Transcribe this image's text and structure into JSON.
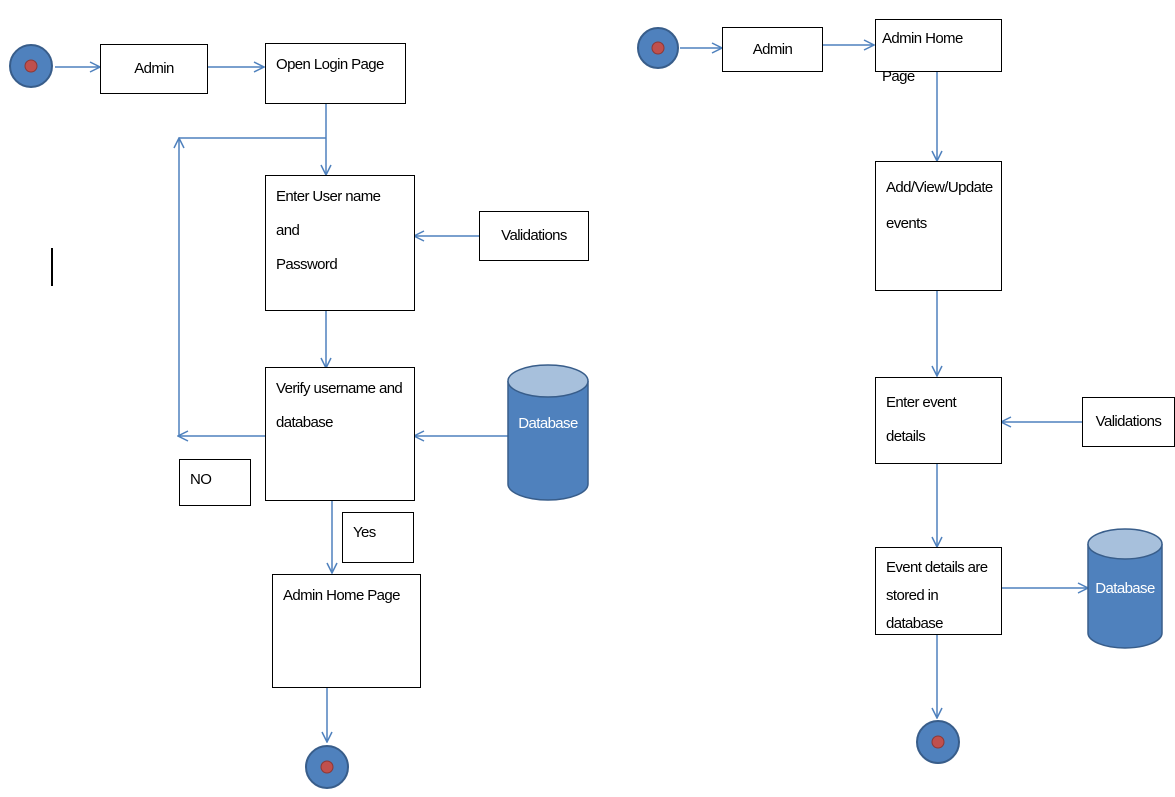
{
  "colors": {
    "connector": "#4f81bd",
    "node_fill": "#4f81bd",
    "node_dark": "#385d8a",
    "node_core": "#c0504d",
    "db_top": "#a7c0dc"
  },
  "left_flow": {
    "admin": "Admin",
    "open_login": "Open Login Page",
    "enter_credentials_line1": "Enter User name and",
    "enter_credentials_line2": "Password",
    "validations": "Validations",
    "verify_line1": "Verify username and",
    "verify_line2": "database",
    "database": "Database",
    "no_label": "NO",
    "yes_label": "Yes",
    "admin_home": "Admin Home Page"
  },
  "right_flow": {
    "admin": "Admin",
    "admin_home": "Admin Home Page",
    "add_view_update_line1": "Add/View/Update",
    "add_view_update_line2": "events",
    "enter_event_details": "Enter event details",
    "validations": "Validations",
    "stored_line1": "Event details are",
    "stored_line2": "stored in database",
    "database": "Database"
  },
  "stray_cursor": "|"
}
